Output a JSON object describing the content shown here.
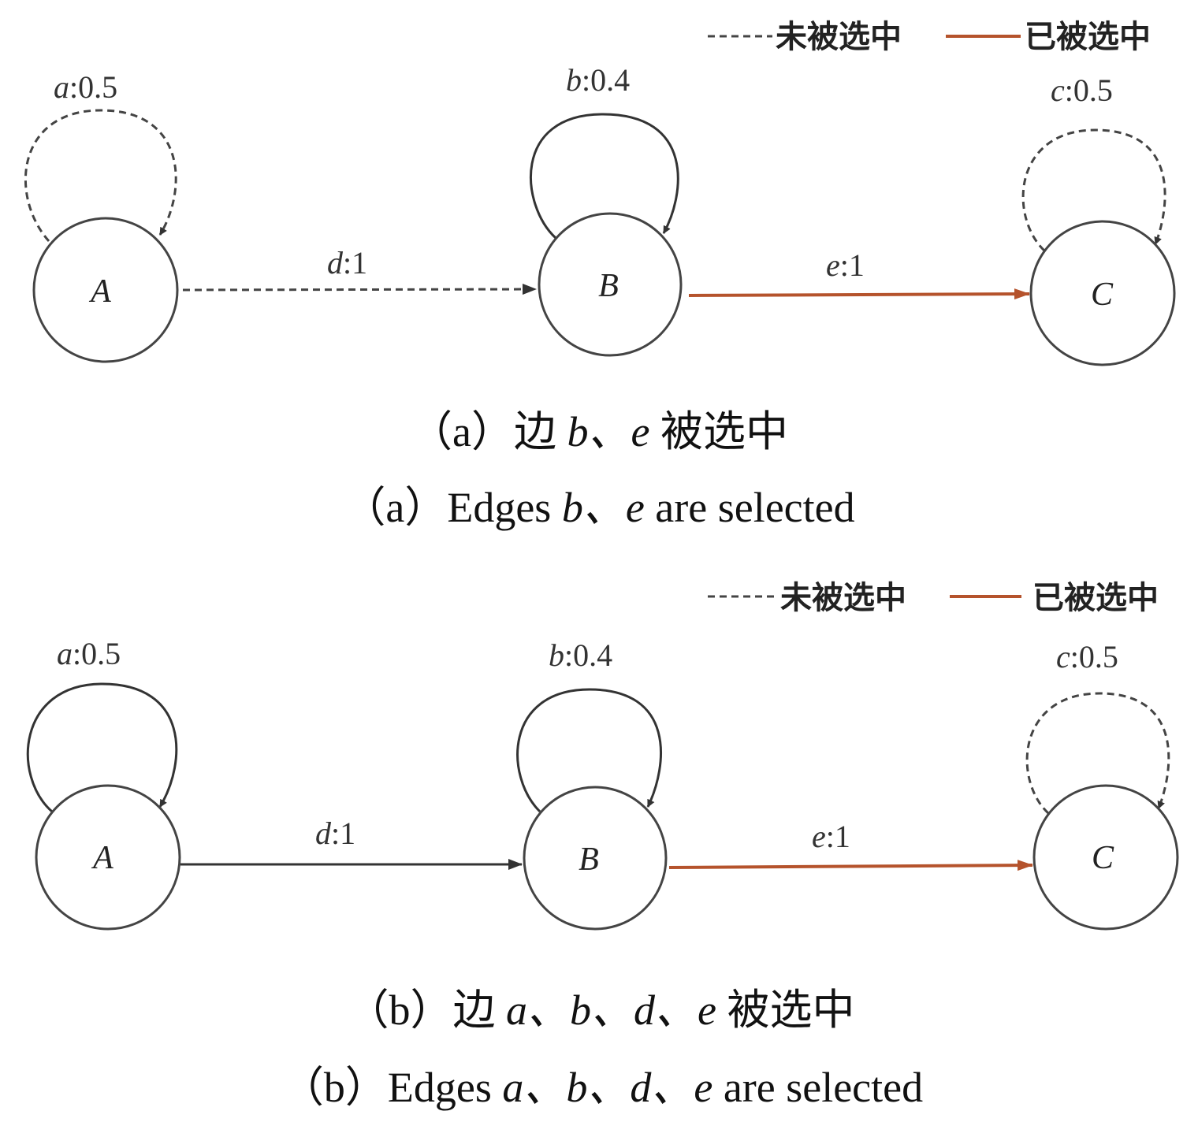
{
  "legend": {
    "unselected": "未被选中",
    "selected": "已被选中"
  },
  "colors": {
    "selected_highlight": "#b5532c",
    "edge": "#333333",
    "node_stroke": "#444444"
  },
  "panels": [
    {
      "id": "a",
      "nodes": [
        "A",
        "B",
        "C"
      ],
      "edges": [
        {
          "var": "a",
          "weight": ":0.5",
          "state": "unselected"
        },
        {
          "var": "b",
          "weight": ":0.4",
          "state": "selected"
        },
        {
          "var": "c",
          "weight": ":0.5",
          "state": "unselected"
        },
        {
          "var": "d",
          "weight": ":1",
          "state": "unselected"
        },
        {
          "var": "e",
          "weight": ":1",
          "state": "selected-highlight"
        }
      ],
      "caption_cn": {
        "prefix": "（a）边 ",
        "vars": "b、e",
        "suffix": " 被选中"
      },
      "caption_en": {
        "prefix": "（a）Edges ",
        "vars": "b、e",
        "suffix": " are selected"
      }
    },
    {
      "id": "b",
      "nodes": [
        "A",
        "B",
        "C"
      ],
      "edges": [
        {
          "var": "a",
          "weight": ":0.5",
          "state": "selected"
        },
        {
          "var": "b",
          "weight": ":0.4",
          "state": "selected"
        },
        {
          "var": "c",
          "weight": ":0.5",
          "state": "unselected"
        },
        {
          "var": "d",
          "weight": ":1",
          "state": "selected"
        },
        {
          "var": "e",
          "weight": ":1",
          "state": "selected-highlight"
        }
      ],
      "caption_cn": {
        "prefix": "（b）边 ",
        "vars": "a、b、d、e",
        "suffix": " 被选中"
      },
      "caption_en": {
        "prefix": "（b）Edges ",
        "vars": "a、b、d、e",
        "suffix": " are selected"
      }
    }
  ]
}
